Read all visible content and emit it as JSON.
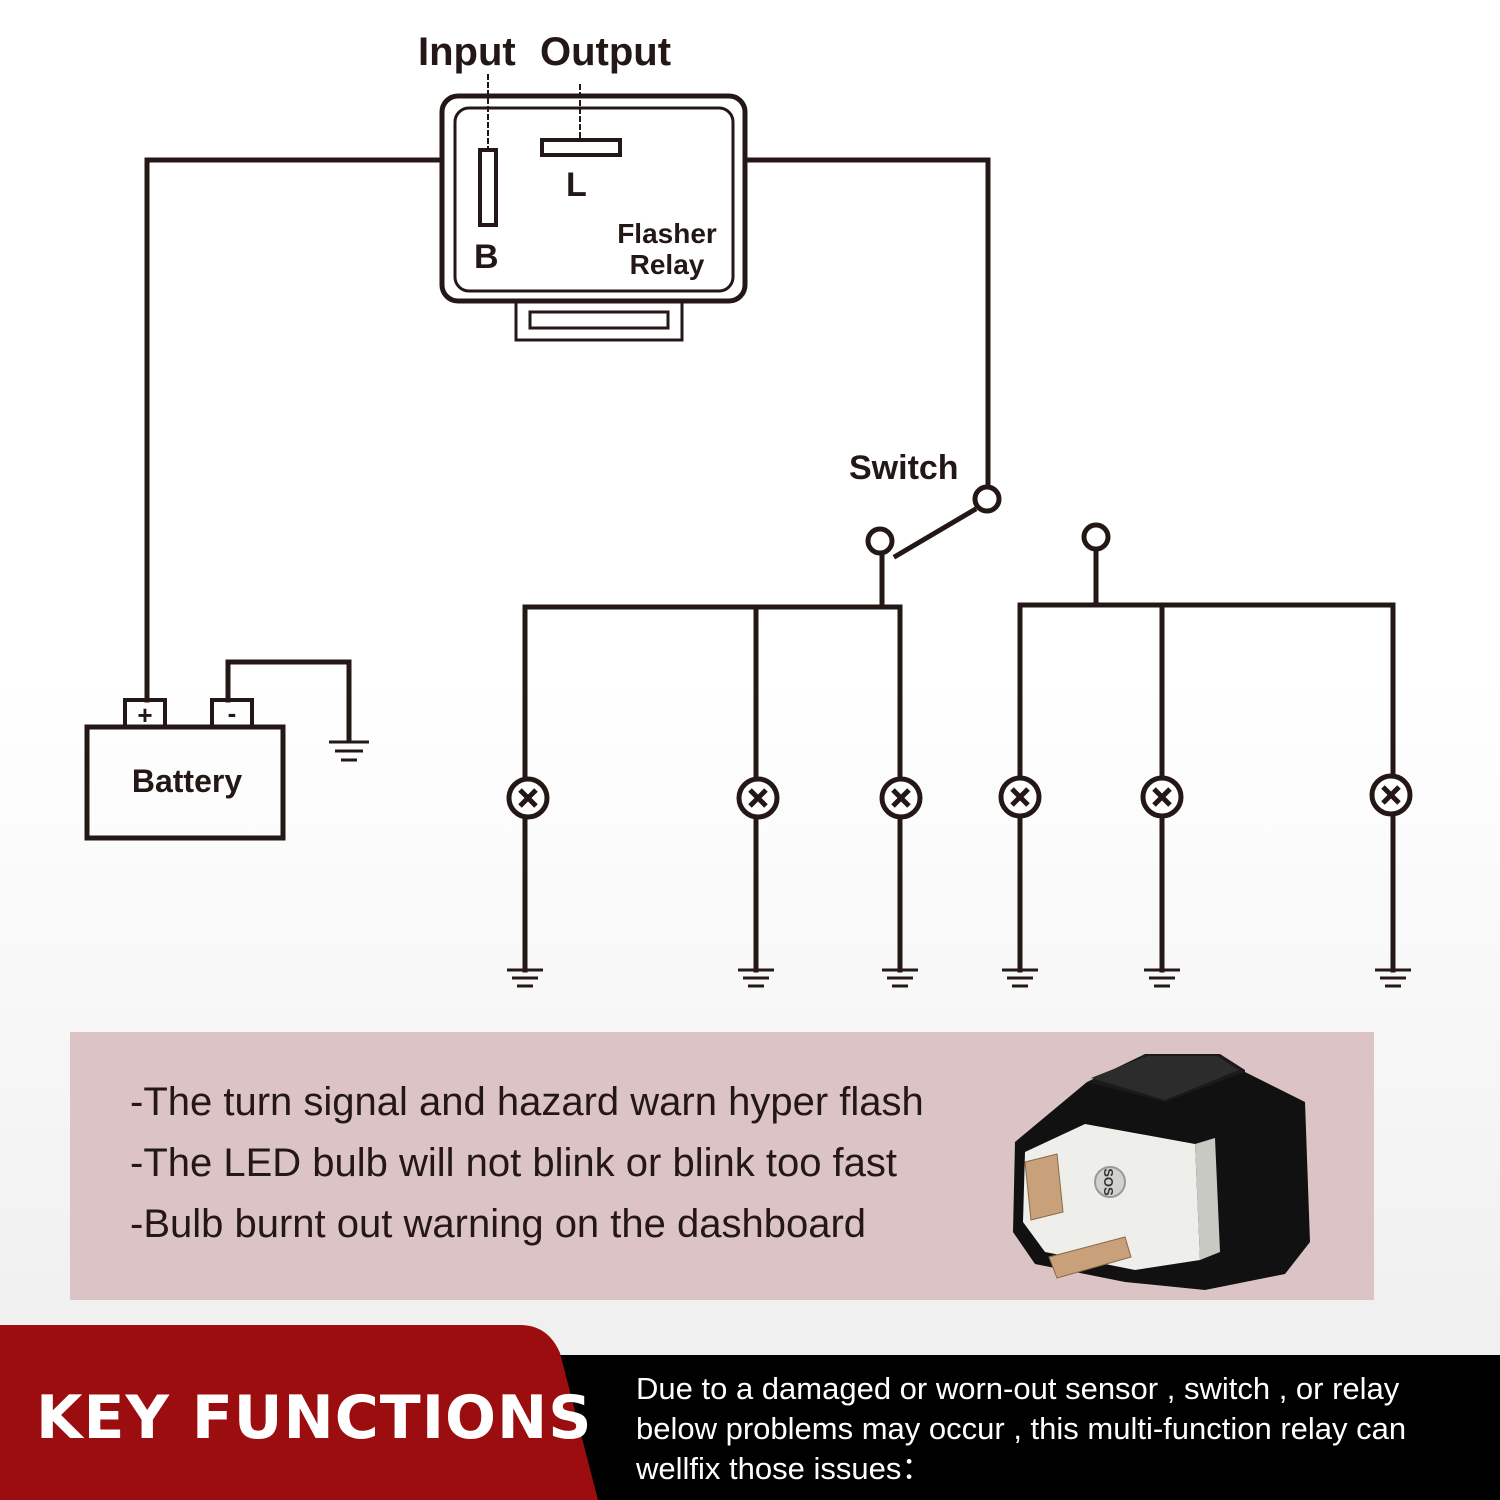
{
  "diagram": {
    "labels": {
      "input": "Input",
      "output": "Output",
      "pin_l": "L",
      "pin_b": "B",
      "relay_line1": "Flasher",
      "relay_line2": "Relay",
      "switch": "Switch",
      "battery": "Battery",
      "plus": "+",
      "minus": "-"
    },
    "colors": {
      "wire": "#231815"
    }
  },
  "issues": {
    "items": [
      "-The turn signal and hazard warn hyper flash",
      "-The LED bulb will not blink or blink too fast",
      "-Bulb burnt out warning on the dashboard"
    ],
    "photo_text": "SOS"
  },
  "footer": {
    "title": "KEY FUNCTIONS",
    "description": "Due to a damaged or worn-out sensor , switch , or relay below problems may occur , this multi-function relay can wellfix those issues："
  },
  "colors": {
    "issues_background": "#dcc3c5",
    "footer_red": "#9c0d0f",
    "footer_black": "#000000"
  }
}
